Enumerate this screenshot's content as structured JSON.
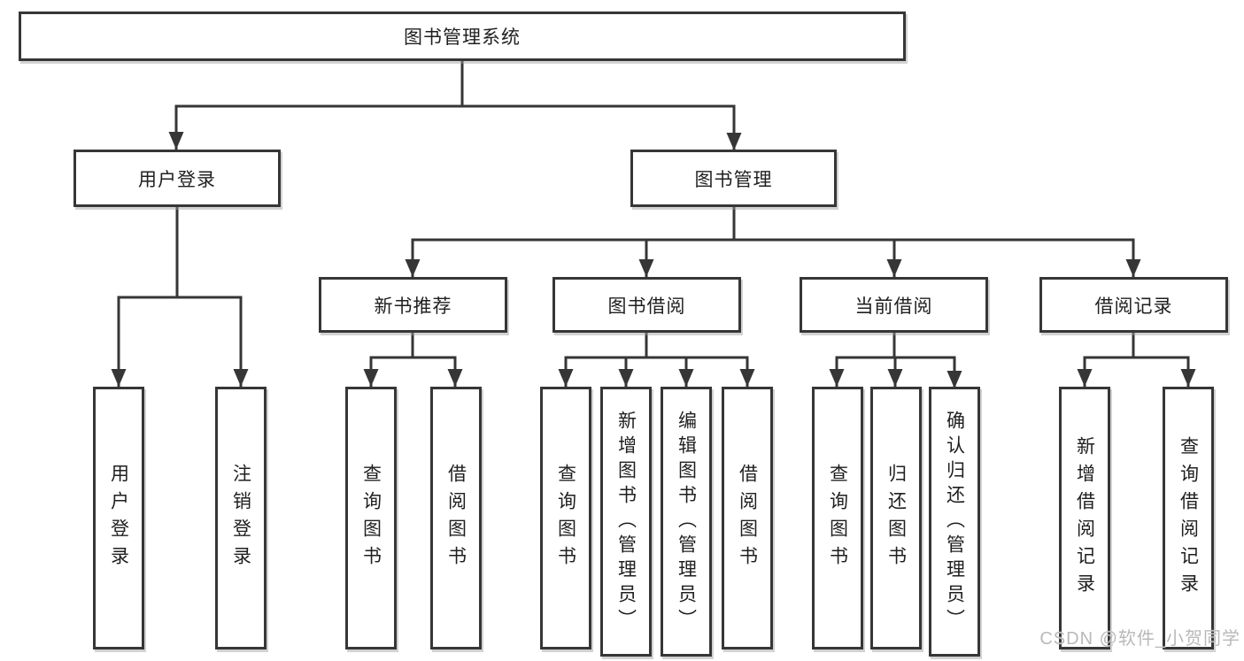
{
  "tree": {
    "label": "图书管理系统",
    "children": [
      {
        "label": "用户登录",
        "children": [
          {
            "label": "用户登录"
          },
          {
            "label": "注销登录"
          }
        ]
      },
      {
        "label": "图书管理",
        "children": [
          {
            "label": "新书推荐",
            "children": [
              {
                "label": "查询图书"
              },
              {
                "label": "借阅图书"
              }
            ]
          },
          {
            "label": "图书借阅",
            "children": [
              {
                "label": "查询图书"
              },
              {
                "label": "新增图书（管理员）"
              },
              {
                "label": "编辑图书（管理员）"
              },
              {
                "label": "借阅图书"
              }
            ]
          },
          {
            "label": "当前借阅",
            "children": [
              {
                "label": "查询图书"
              },
              {
                "label": "归还图书"
              },
              {
                "label": "确认归还（管理员）"
              }
            ]
          },
          {
            "label": "借阅记录",
            "children": [
              {
                "label": "新增借阅记录"
              },
              {
                "label": "查询借阅记录"
              }
            ]
          }
        ]
      }
    ]
  },
  "watermark": "CSDN @软件_小贺同学",
  "colors": {
    "line": "#363636",
    "node_border": "#363636",
    "node_fill": "#ffffff",
    "text": "#1f1f1f",
    "watermark": "#b9b9b9",
    "background": "#ffffff"
  }
}
